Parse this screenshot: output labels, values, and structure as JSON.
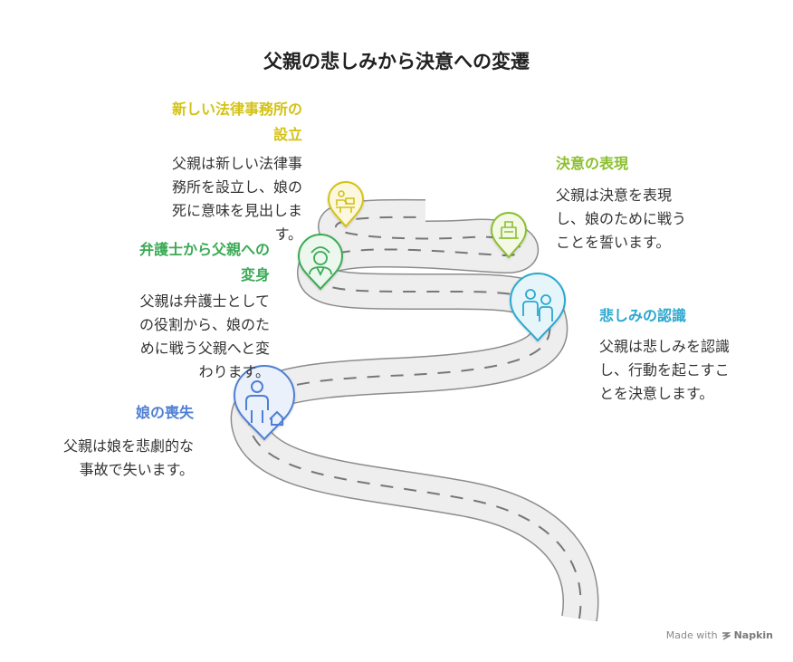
{
  "title": "父親の悲しみから決意への変遷",
  "steps": [
    {
      "heading": "娘の喪失",
      "description": "父親は娘を悲劇的な\n事故で失います。",
      "color": "#4f7fd4",
      "icon": "person-house-icon"
    },
    {
      "heading": "弁護士から父親への\n変身",
      "description": "父親は弁護士として\nの役割から、娘のた\nめに戦う父親へと変\nわります。",
      "color": "#3aaa55",
      "icon": "lawyer-face-icon"
    },
    {
      "heading": "新しい法律事務所の\n設立",
      "description": "父親は新しい法律事\n務所を設立し、娘の\n死に意味を見出しま\nす。",
      "color": "#d4c214",
      "icon": "desk-worker-icon"
    },
    {
      "heading": "決意の表現",
      "description": "父親は決意を表現\nし、娘のために戦う\nことを誓います。",
      "color": "#8cbf2e",
      "icon": "ballot-box-icon"
    },
    {
      "heading": "悲しみの認識",
      "description": "父親は悲しみを認識\nし、行動を起こすこ\nとを決意します。",
      "color": "#2aa8cf",
      "icon": "grieving-people-icon"
    }
  ],
  "footer": {
    "made_with": "Made with",
    "brand": "Napkin"
  }
}
